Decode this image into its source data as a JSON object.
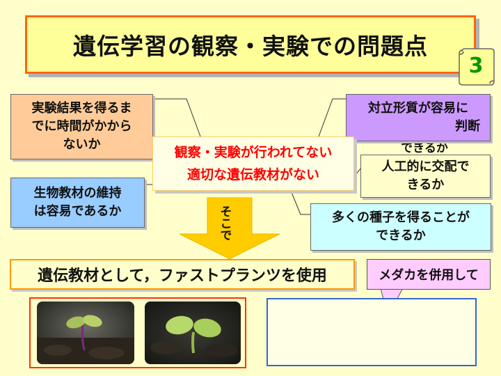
{
  "title": "遺伝学習の観察・実験での問題点",
  "slide_number": "3",
  "boxes": {
    "top_left": [
      "実験結果を得るま",
      "でに時間がかから",
      "ないか"
    ],
    "mid_left": [
      "生物教材の維持",
      "は容易であるか"
    ],
    "top_right": [
      "対立形質が容易に",
      "判断"
    ],
    "behind_text": "できるか",
    "mid_right": [
      "人工的に交配で",
      "きるか"
    ],
    "bottom_right": [
      "多くの種子を得ることが",
      "できるか"
    ]
  },
  "center": {
    "line1": "観察・実験が行われてない",
    "line2": "適切な遺伝教材がない"
  },
  "arrow_label": "そこで",
  "fast_plants": "遺伝教材として，ファストプランツを使用",
  "medaka_callout": "メダカを併用して",
  "colors": {
    "title_border": "#ff6600",
    "title_bg": "#ffff99",
    "arrow": "#ffcc00",
    "center_text": "#ff0000",
    "slide_number": "#009900"
  }
}
